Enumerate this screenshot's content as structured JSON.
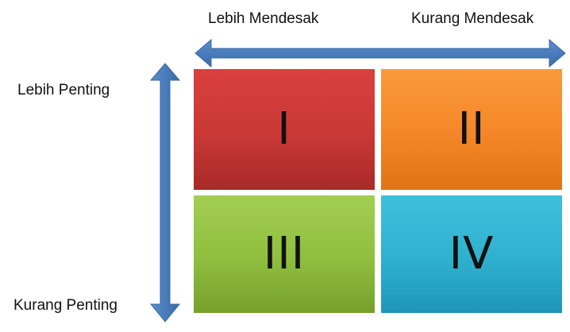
{
  "axes": {
    "horizontal": {
      "left_label": "Lebih Mendesak",
      "right_label": "Kurang Mendesak"
    },
    "vertical": {
      "top_label": "Lebih Penting",
      "bottom_label": "Kurang Penting"
    },
    "arrow_color": "#4a7ebb"
  },
  "quadrants": [
    {
      "numeral": "I",
      "color": "#c93836"
    },
    {
      "numeral": "II",
      "color": "#f38628"
    },
    {
      "numeral": "III",
      "color": "#8fbe3e"
    },
    {
      "numeral": "IV",
      "color": "#2fb0cf"
    }
  ]
}
